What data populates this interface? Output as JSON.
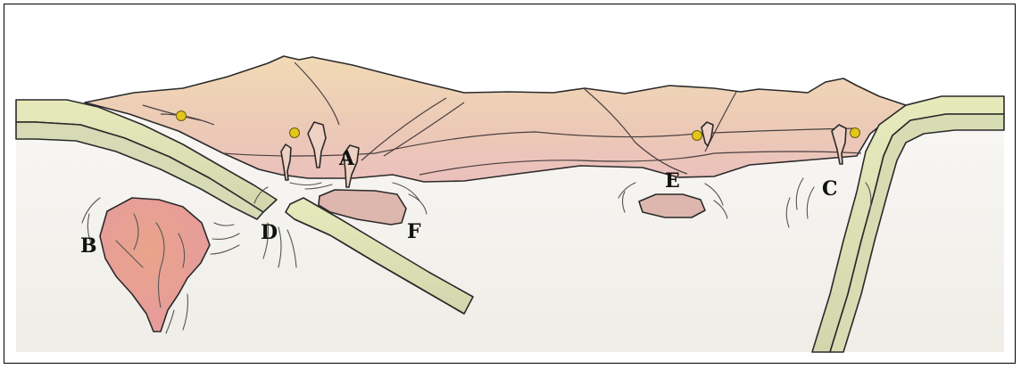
{
  "diagram": {
    "labels": {
      "A": "A",
      "B": "B",
      "C": "C",
      "D": "D",
      "E": "E",
      "F": "F"
    },
    "colors": {
      "frame": "#000000",
      "mantle": "#f2f0ec",
      "crust_upper": "#f1d7b3",
      "crust_lower": "#ecc3bb",
      "slab_top": "#e3e8b6",
      "slab_bottom": "#d5d9b0",
      "magma_body": "#e8a088",
      "intrusion": "#dcb5ad",
      "volcano": "#efd1c4",
      "yellow_dot": "#e1c71b"
    }
  }
}
